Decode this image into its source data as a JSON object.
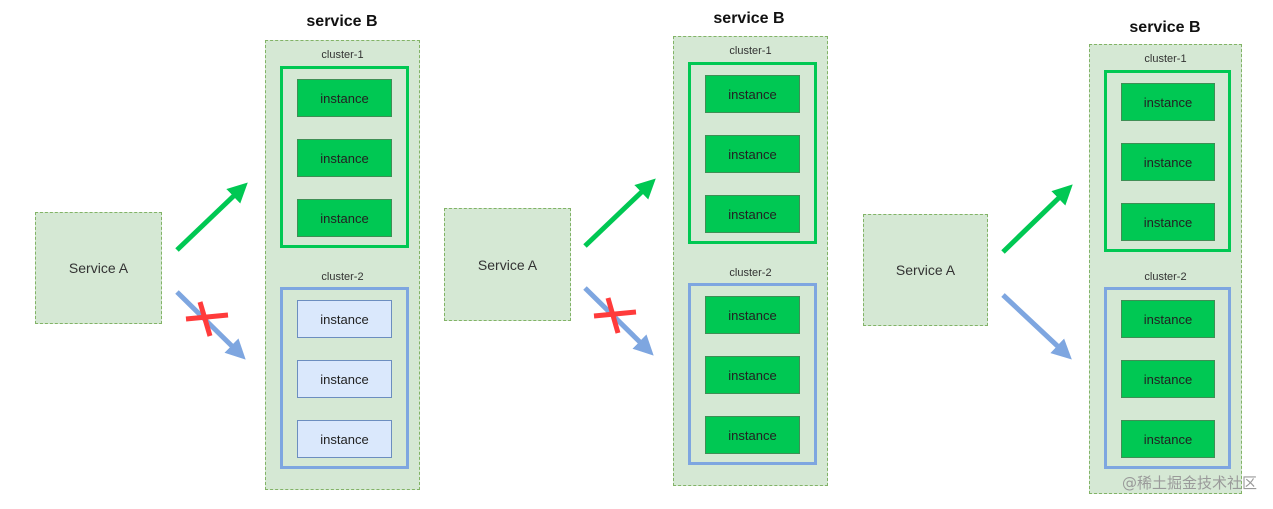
{
  "panels": [
    {
      "service_a": "Service A",
      "service_b_title": "service B",
      "clusters": [
        {
          "label": "cluster-1",
          "instances": [
            "instance",
            "instance",
            "instance"
          ]
        },
        {
          "label": "cluster-2",
          "instances": [
            "instance",
            "instance",
            "instance"
          ]
        }
      ],
      "blocked": true
    },
    {
      "service_a": "Service A",
      "service_b_title": "service B",
      "clusters": [
        {
          "label": "cluster-1",
          "instances": [
            "instance",
            "instance",
            "instance"
          ]
        },
        {
          "label": "cluster-2",
          "instances": [
            "instance",
            "instance",
            "instance"
          ]
        }
      ],
      "blocked": true
    },
    {
      "service_a": "Service A",
      "service_b_title": "service B",
      "clusters": [
        {
          "label": "cluster-1",
          "instances": [
            "instance",
            "instance",
            "instance"
          ]
        },
        {
          "label": "cluster-2",
          "instances": [
            "instance",
            "instance",
            "instance"
          ]
        }
      ],
      "blocked": false
    }
  ],
  "colors": {
    "active_instance": "#00c853",
    "inactive_instance": "#dae8fc",
    "cluster_active_border": "#00c853",
    "cluster_inactive_border": "#7ea6e0",
    "arrow_green": "#00c853",
    "arrow_blue": "#7ea6e0",
    "cross": "#ff3b3b"
  },
  "watermark": "@稀土掘金技术社区"
}
